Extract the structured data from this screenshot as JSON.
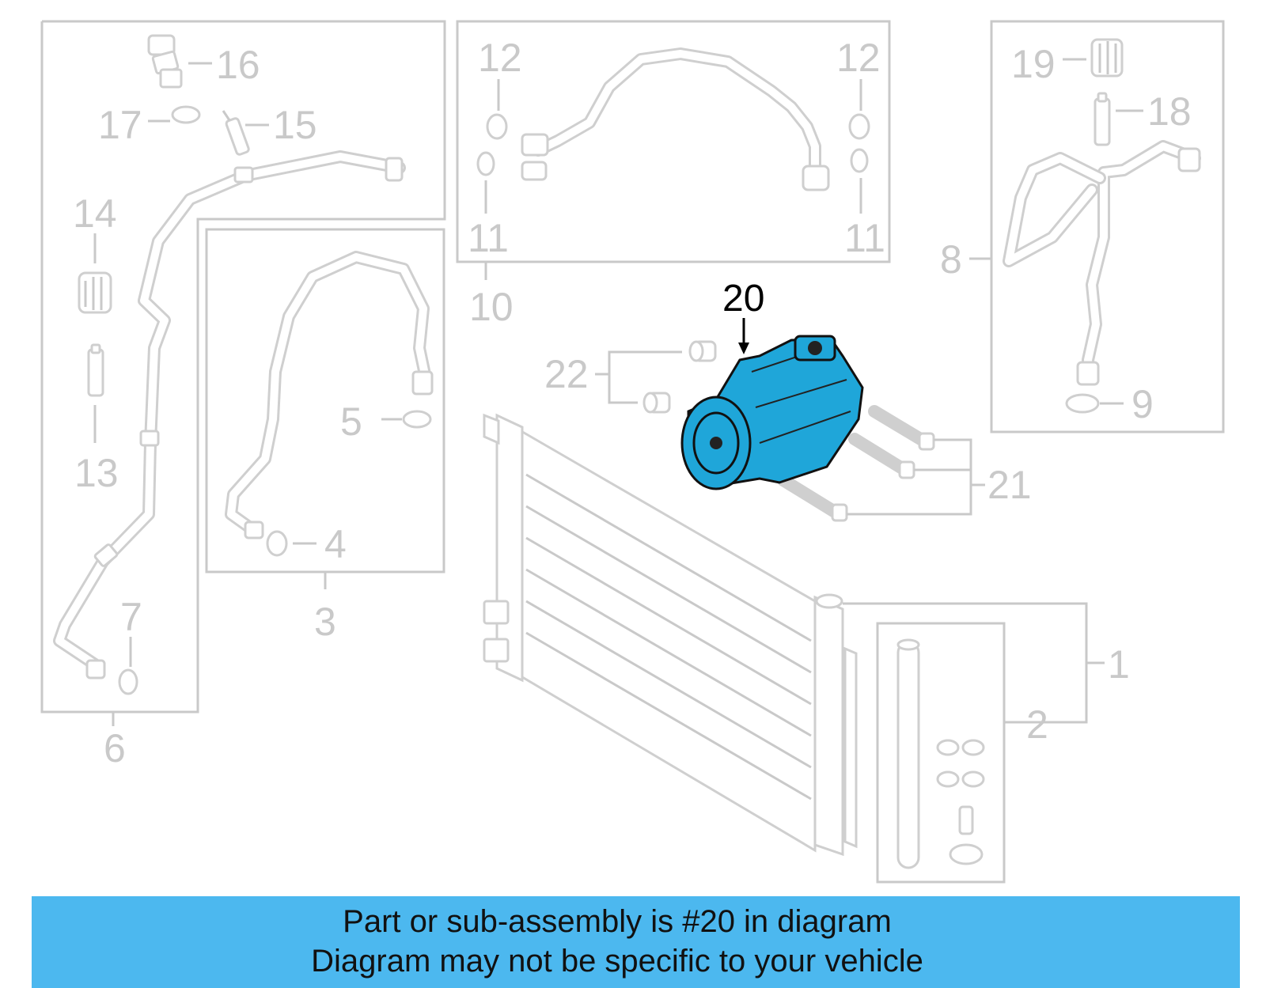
{
  "callouts": [
    {
      "n": "1"
    },
    {
      "n": "2"
    },
    {
      "n": "3"
    },
    {
      "n": "4"
    },
    {
      "n": "5"
    },
    {
      "n": "6"
    },
    {
      "n": "7"
    },
    {
      "n": "8"
    },
    {
      "n": "9"
    },
    {
      "n": "10"
    },
    {
      "n": "11"
    },
    {
      "n": "11"
    },
    {
      "n": "12"
    },
    {
      "n": "12"
    },
    {
      "n": "13"
    },
    {
      "n": "14"
    },
    {
      "n": "15"
    },
    {
      "n": "16"
    },
    {
      "n": "17"
    },
    {
      "n": "18"
    },
    {
      "n": "19"
    },
    {
      "n": "20"
    },
    {
      "n": "21"
    },
    {
      "n": "22"
    }
  ],
  "highlight_color": "#1fa6d9",
  "banner": {
    "line1": "Part or sub-assembly is #20 in diagram",
    "line2": "Diagram may not be specific to your vehicle",
    "color": "#4cb8ef"
  }
}
